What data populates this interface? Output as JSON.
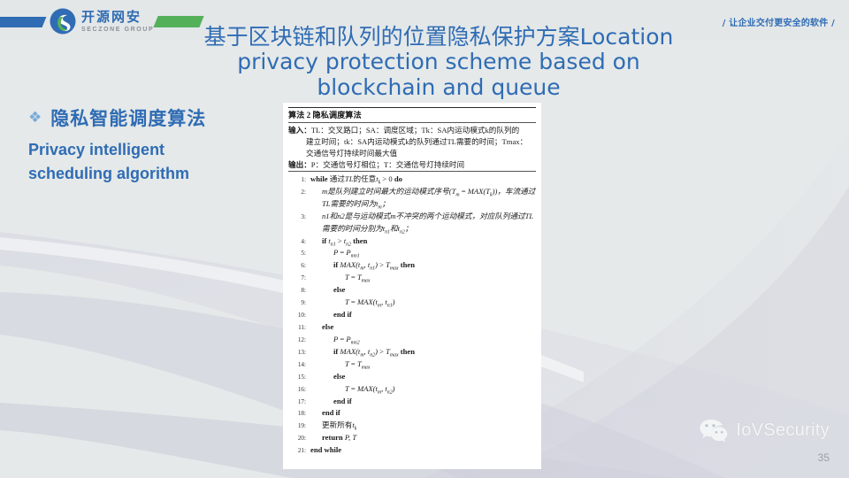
{
  "brand": {
    "logo_cn": "开源网安",
    "logo_en": "SECZONE GROUP",
    "tagline": "/ 让企业交付更安全的软件 /",
    "accent_blue": "#2f6cb4",
    "accent_green": "#55b05a"
  },
  "title": {
    "line1": "基于区块链和队列的位置隐私保护方案Location",
    "line2": "privacy protection scheme based on",
    "line3": "blockchain and queue"
  },
  "left_panel": {
    "bullet_glyph": "❖",
    "heading_cn": "隐私智能调度算法",
    "heading_en_line1": "Privacy intelligent",
    "heading_en_line2": "scheduling algorithm"
  },
  "algorithm": {
    "caption": "算法 2 隐私调度算法",
    "input_label": "输入：",
    "input_text_1": "TL：交叉路口；SA：调度区域；Tk：SA内运动模式k的队列的",
    "input_text_2": "建立时间；tk：SA内运动模式k的队列通过TL需要的时间；Tmax：",
    "input_text_3": "交通信号灯持续时间最大值",
    "output_label": "输出：",
    "output_text": "P：交通信号灯相位；T：交通信号灯持续时间",
    "lines": [
      {
        "n": "1:",
        "indent": 0,
        "text": "while 通过TL的任意tk > 0 do"
      },
      {
        "n": "2:",
        "indent": 1,
        "text": "m是队列建立时间最大的运动模式序号(Tm = MAX(Tk))，车流通过TL需要的时间为tm；"
      },
      {
        "n": "3:",
        "indent": 1,
        "text": "n1和n2是与运动模式m不冲突的两个运动模式，对应队列通过TL需要的时间分别为tn1和tn2；"
      },
      {
        "n": "4:",
        "indent": 1,
        "text": "if tn1 > tn2 then"
      },
      {
        "n": "5:",
        "indent": 2,
        "text": "P = Pmn1"
      },
      {
        "n": "6:",
        "indent": 2,
        "text": "if MAX(tm, tn1) > Tmax then"
      },
      {
        "n": "7:",
        "indent": 3,
        "text": "T = Tmax"
      },
      {
        "n": "8:",
        "indent": 2,
        "text": "else"
      },
      {
        "n": "9:",
        "indent": 3,
        "text": "T = MAX(tm, tn1)"
      },
      {
        "n": "10:",
        "indent": 2,
        "text": "end if"
      },
      {
        "n": "11:",
        "indent": 1,
        "text": "else"
      },
      {
        "n": "12:",
        "indent": 2,
        "text": "P = Pmn2"
      },
      {
        "n": "13:",
        "indent": 2,
        "text": "if MAX(tm, tn2) > Tmax then"
      },
      {
        "n": "14:",
        "indent": 3,
        "text": "T = Tmax"
      },
      {
        "n": "15:",
        "indent": 2,
        "text": "else"
      },
      {
        "n": "16:",
        "indent": 3,
        "text": "T = MAX(tm, tn2)"
      },
      {
        "n": "17:",
        "indent": 2,
        "text": "end if"
      },
      {
        "n": "18:",
        "indent": 1,
        "text": "end if"
      },
      {
        "n": "19:",
        "indent": 1,
        "text": "更新所有tk"
      },
      {
        "n": "20:",
        "indent": 1,
        "text": "return P, T"
      },
      {
        "n": "21:",
        "indent": 0,
        "text": "end while"
      }
    ]
  },
  "footer": {
    "wechat_account": "IoVSecurity",
    "page_number": "35"
  }
}
